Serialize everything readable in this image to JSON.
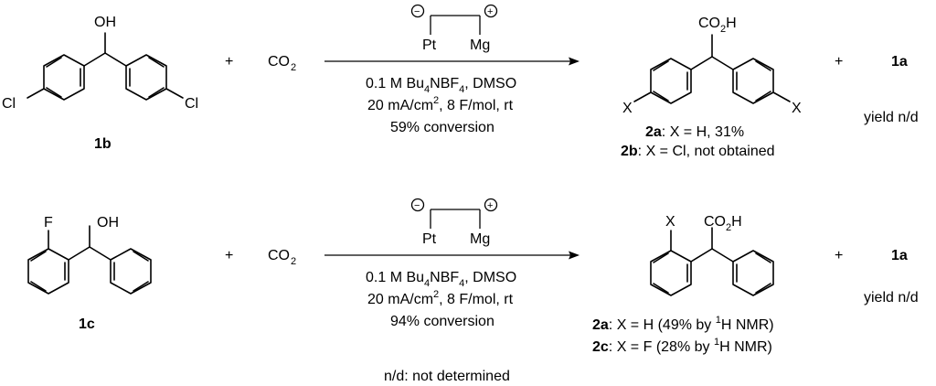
{
  "atoms": {
    "oh": "OH",
    "cl": "Cl",
    "f": "F",
    "x": "X",
    "pt": "Pt",
    "mg": "Mg",
    "co2h_main": "CO",
    "co2h_sub": "2",
    "co2h_end": "H",
    "co2_main": "CO",
    "co2_sub": "2"
  },
  "symbols": {
    "plus": "+",
    "minus_charge": "−",
    "plus_charge": "+"
  },
  "reaction1": {
    "reactant_label": "1b",
    "cond_line1_a": "0.1 M Bu",
    "cond_line1_sub": "4",
    "cond_line1_b": "NBF",
    "cond_line1_sub2": "4",
    "cond_line1_c": ", DMSO",
    "cond_line2_a": "20 mA/cm",
    "cond_line2_sup": "2",
    "cond_line2_b": ", 8 F/mol, rt",
    "cond_line3": "59% conversion",
    "product_a_label": "2a",
    "product_a_text": ": X = H, 31%",
    "product_b_label": "2b",
    "product_b_text": ": X = Cl, not obtained",
    "side_product_label": "1a",
    "side_product_yield": "yield n/d"
  },
  "reaction2": {
    "reactant_label": "1c",
    "cond_line1_a": "0.1 M Bu",
    "cond_line1_sub": "4",
    "cond_line1_b": "NBF",
    "cond_line1_sub2": "4",
    "cond_line1_c": ", DMSO",
    "cond_line2_a": "20 mA/cm",
    "cond_line2_sup": "2",
    "cond_line2_b": ", 8 F/mol, rt",
    "cond_line3": "94% conversion",
    "product_a_label": "2a",
    "product_a_text1": ": X = H (49% by ",
    "product_a_sup": "1",
    "product_a_text2": "H NMR)",
    "product_c_label": "2c",
    "product_c_text1": ": X = F (28% by ",
    "product_c_sup": "1",
    "product_c_text2": "H NMR)",
    "side_product_label": "1a",
    "side_product_yield": "yield n/d"
  },
  "footnote": "n/d: not determined"
}
